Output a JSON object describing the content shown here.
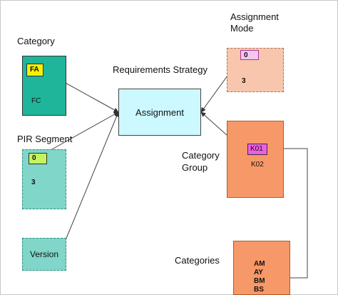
{
  "labels": {
    "category": "Category",
    "assignment_mode_line1": "Assignment",
    "assignment_mode_line2": "Mode",
    "requirements_strategy": "Requirements Strategy",
    "pir_segment": "PIR Segment",
    "category_group_line1": "Category",
    "category_group_line2": "Group",
    "categories": "Categories"
  },
  "nodes": {
    "category_box": {
      "tag": "FA",
      "text": "FC"
    },
    "assignment_mode_box": {
      "tag": "0",
      "text": "3"
    },
    "assignment_box": {
      "text": "Assignment"
    },
    "pir_segment_box": {
      "tag": "0",
      "text": "3"
    },
    "category_group_box": {
      "tag": "K01",
      "text": "K02"
    },
    "version_box": {
      "text": "Version"
    },
    "categories_box": {
      "items": [
        "AM",
        "AY",
        "BM",
        "BS"
      ]
    }
  },
  "colors": {
    "teal_dark": "#1fb59b",
    "teal_light": "#80d6c8",
    "cyan": "#ccf9ff",
    "peach": "#f7c6ad",
    "orange": "#f79868",
    "yellow": "#f4f200",
    "lime": "#c6f45c",
    "magenta": "#f05ce4"
  }
}
